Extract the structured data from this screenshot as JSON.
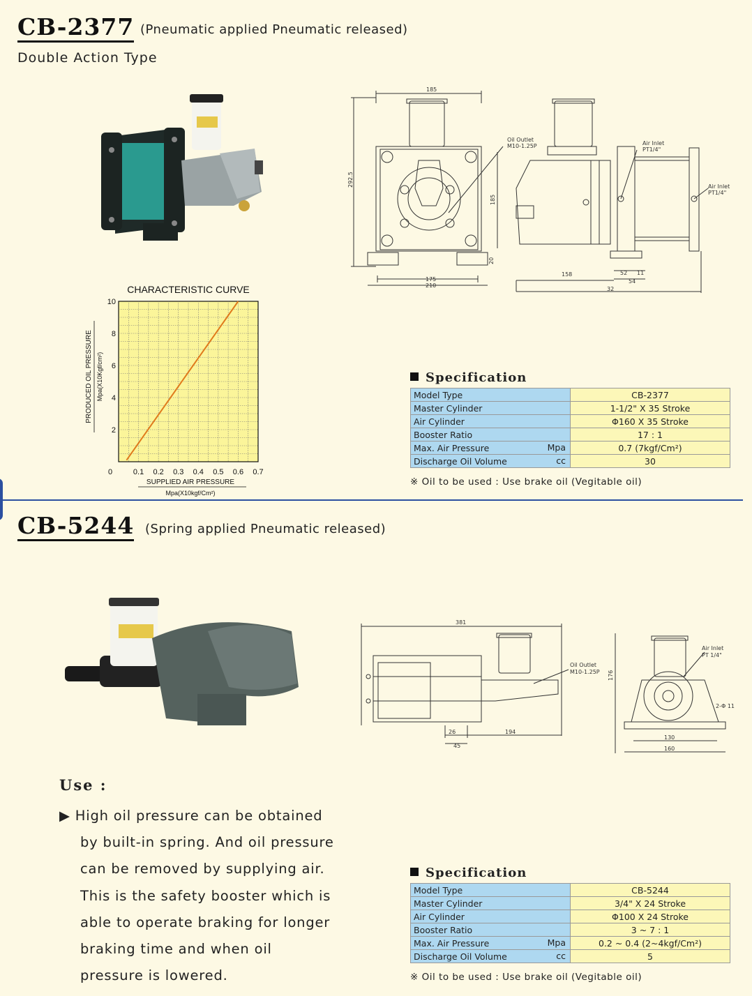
{
  "section1": {
    "model": "CB-2377",
    "subtitle": "(Pneumatic applied Pneumatic released)",
    "type": "Double Action Type",
    "spec_title": "Specification",
    "spec": [
      {
        "label": "Model Type",
        "unit": "",
        "value": "CB-2377"
      },
      {
        "label": "Master Cylinder",
        "unit": "",
        "value": "1-1/2\" X 35 Stroke"
      },
      {
        "label": "Air Cylinder",
        "unit": "",
        "value": "Φ160 X 35 Stroke"
      },
      {
        "label": "Booster Ratio",
        "unit": "",
        "value": "17 : 1"
      },
      {
        "label": "Max. Air Pressure",
        "unit": "Mpa",
        "value": "0.7 (7kgf/Cm²)"
      },
      {
        "label": "Discharge Oil Volume",
        "unit": "cc",
        "value": "30"
      }
    ],
    "note": "※ Oil to be used : Use brake oil (Vegitable oil)",
    "drawing": {
      "d185": "185",
      "d292": "292.5",
      "d185v": "185",
      "d20": "20",
      "d175": "175",
      "d210": "210",
      "oil_outlet": "Oil Outlet",
      "oil_outlet_thread": "M10-1.25P",
      "air_inlet": "Air Inlet",
      "air_inlet_thread": "PT1/4\"",
      "d158": "158",
      "d52": "52",
      "d11": "11",
      "d54": "54",
      "d32": "32"
    }
  },
  "chart_data": {
    "type": "line",
    "title": "CHARACTERISTIC CURVE",
    "xlabel": "SUPPLIED AIR PRESSURE",
    "xunit": "Mpa(X10kgf/Cm²)",
    "ylabel": "PRODUCED OIL PRESSURE",
    "yunit": "Mpa(X10Kgf/cm²)",
    "xlim": [
      0,
      0.7
    ],
    "ylim": [
      0,
      10
    ],
    "xticks": [
      "0",
      "0.1",
      "0.2",
      "0.3",
      "0.4",
      "0.5",
      "0.6",
      "0.7"
    ],
    "yticks": [
      "2",
      "4",
      "6",
      "8",
      "10"
    ],
    "grid": true,
    "series": [
      {
        "x": [
          0.04,
          0.6
        ],
        "y": [
          0.1,
          10
        ],
        "color": "#e07a1c"
      }
    ]
  },
  "section2": {
    "model": "CB-5244",
    "subtitle": "(Spring applied Pneumatic released)",
    "use_title": "Use :",
    "use_lines": [
      "▶ High oil pressure can be obtained",
      "by built-in spring. And oil pressure",
      "can be removed by supplying air.",
      "This is the safety booster which is",
      "able to operate braking for longer",
      "braking time and when oil",
      "pressure is lowered."
    ],
    "spec_title": "Specification",
    "spec": [
      {
        "label": "Model Type",
        "unit": "",
        "value": "CB-5244"
      },
      {
        "label": "Master Cylinder",
        "unit": "",
        "value": "3/4\" X 24 Stroke"
      },
      {
        "label": "Air Cylinder",
        "unit": "",
        "value": "Φ100 X 24 Stroke"
      },
      {
        "label": "Booster Ratio",
        "unit": "",
        "value": "3 ~ 7 : 1"
      },
      {
        "label": "Max. Air Pressure",
        "unit": "Mpa",
        "value": "0.2 ~ 0.4 (2~4kgf/Cm²)"
      },
      {
        "label": "Discharge Oil Volume",
        "unit": "cc",
        "value": "5"
      }
    ],
    "note": "※ Oil to be used : Use brake oil (Vegitable oil)",
    "drawing": {
      "d381": "381",
      "oil_outlet": "Oil Outlet",
      "oil_outlet_thread": "M10-1.25P",
      "d26": "26",
      "d45": "45",
      "d194": "194",
      "d176": "176",
      "air_inlet": "Air Inlet",
      "air_inlet_thread": "PT 1/4\"",
      "hole": "2-Φ 11",
      "d130": "130",
      "d160": "160"
    }
  },
  "colors": {
    "key_cell": "#aed8f0",
    "value_cell": "#fcf7b8",
    "divider": "#2b4fa0",
    "curve": "#e07a1c",
    "background": "#fdf9e4"
  }
}
